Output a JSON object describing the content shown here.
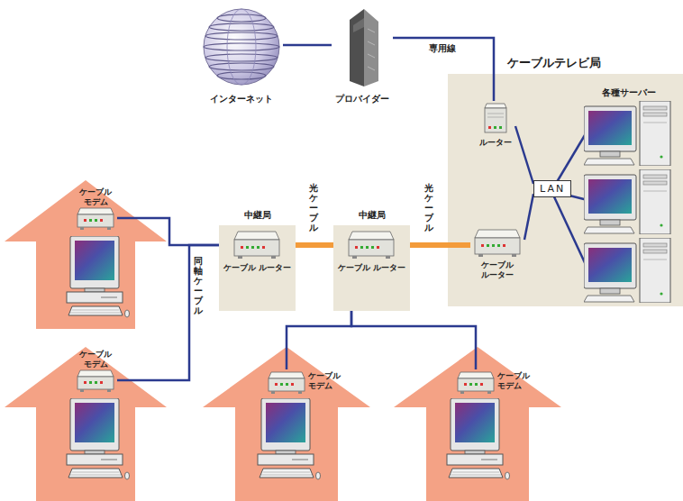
{
  "diagram": {
    "nodes": [
      {
        "text": [
          "インターネット"
        ]
      },
      {
        "text": [
          "プロバイダー"
        ]
      },
      {
        "text": [
          "ケーブルテレビ局"
        ]
      },
      {
        "text": [
          "ルーター"
        ],
        "in": 2
      },
      {
        "text": [
          "LAN"
        ],
        "in": 2
      },
      {
        "text": [
          "ケーブル ルーター"
        ],
        "in": 2
      },
      {
        "text": [
          "中継局",
          "ケーブル ルーター"
        ]
      },
      {
        "text": [
          "中継局",
          "ケーブル ルーター"
        ]
      },
      {
        "text": [
          "ケーブル モデム"
        ]
      },
      {
        "text": [
          "ケーブル モデム"
        ]
      },
      {
        "text": [
          "ケーブル モデム"
        ]
      },
      {
        "text": [
          "ケーブル モデム"
        ]
      }
    ],
    "edges": [
      {
        "from": 0,
        "to": 1,
        "arrow": "none"
      },
      {
        "from": 1,
        "to": 3,
        "label": "専用線",
        "arrow": "none"
      },
      {
        "from": 3,
        "to": 4,
        "arrow": "none"
      },
      {
        "from": 5,
        "to": 4,
        "arrow": "none"
      },
      {
        "from": 6,
        "to": 7,
        "label": "光ケーブル",
        "arrow": "none"
      },
      {
        "from": 7,
        "to": 5,
        "label": "光ケーブル",
        "arrow": "none"
      },
      {
        "from": 6,
        "to": 8,
        "arrow": "none"
      },
      {
        "from": 6,
        "to": 9,
        "label": "同軸ケーブル",
        "arrow": "none"
      },
      {
        "from": 7,
        "to": 10,
        "arrow": "none"
      },
      {
        "from": 7,
        "to": 11,
        "arrow": "none"
      }
    ],
    "labels": [
      "各種サーバー"
    ]
  }
}
